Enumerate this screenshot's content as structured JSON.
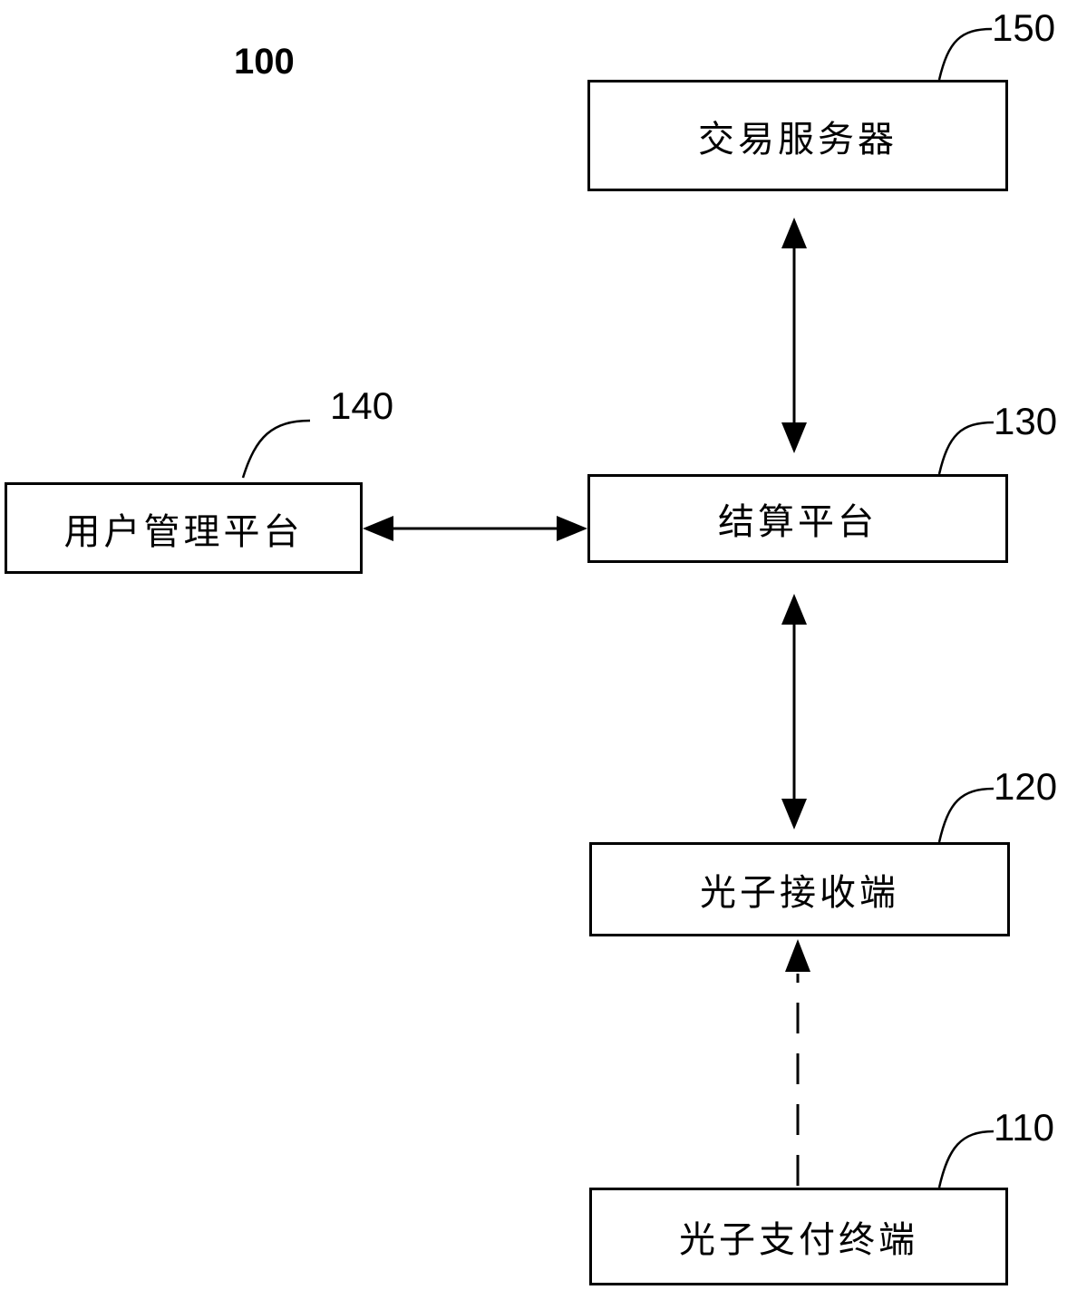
{
  "figure": {
    "number": "100"
  },
  "nodes": {
    "transaction_server": {
      "label": "交易服务器",
      "ref": "150"
    },
    "settlement_platform": {
      "label": "结算平台",
      "ref": "130"
    },
    "user_management_platform": {
      "label": "用户管理平台",
      "ref": "140"
    },
    "photon_receiver": {
      "label": "光子接收端",
      "ref": "120"
    },
    "photon_payment_terminal": {
      "label": "光子支付终端",
      "ref": "110"
    }
  },
  "connections": [
    {
      "from": "transaction_server",
      "to": "settlement_platform",
      "style": "solid",
      "direction": "both"
    },
    {
      "from": "user_management_platform",
      "to": "settlement_platform",
      "style": "solid",
      "direction": "both"
    },
    {
      "from": "settlement_platform",
      "to": "photon_receiver",
      "style": "solid",
      "direction": "both"
    },
    {
      "from": "photon_payment_terminal",
      "to": "photon_receiver",
      "style": "dashed",
      "direction": "forward"
    }
  ]
}
